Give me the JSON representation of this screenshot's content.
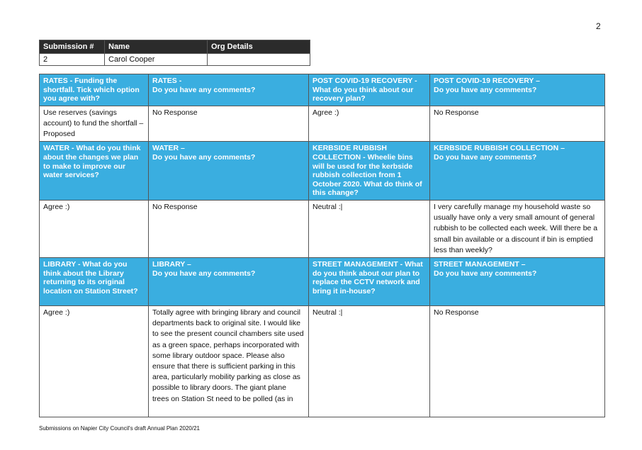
{
  "page_number": "2",
  "submission": {
    "headers": [
      "Submission #",
      "Name",
      "Org Details"
    ],
    "values": [
      "2",
      "Carol Cooper",
      ""
    ]
  },
  "sections": [
    {
      "cells": [
        {
          "title": "RATES",
          "question": " - Funding the shortfall. Tick which option you agree with?"
        },
        {
          "title": "RATES -",
          "question": "Do you have any comments?"
        },
        {
          "title": "POST COVID-19 RECOVERY",
          "question": " - What do you think about our recovery plan?"
        },
        {
          "title": "POST COVID-19 RECOVERY –",
          "question": "Do you have any comments?"
        }
      ],
      "answers": [
        "Use reserves (savings account) to fund the shortfall – Proposed",
        "No Response",
        "Agree :)",
        "No Response"
      ]
    },
    {
      "cells": [
        {
          "title": "WATER",
          "question": " - What do you think about the changes we plan to make to improve our water services?"
        },
        {
          "title": "WATER –",
          "question": "Do you have any comments?"
        },
        {
          "title": "KERBSIDE RUBBISH COLLECTION",
          "question": " - Wheelie bins will be used for the kerbside rubbish collection from 1 October 2020. What do think of this change?"
        },
        {
          "title": "KERBSIDE RUBBISH COLLECTION –",
          "question": "Do you have any comments?"
        }
      ],
      "answers": [
        "Agree :)",
        "No Response",
        "Neutral :|",
        "I very carefully manage my household waste so usually have only a very small amount of general rubbish to be collected each week. Will there be a small bin available or a discount if bin is emptied less than weekly?"
      ]
    },
    {
      "cells": [
        {
          "title": "LIBRARY",
          "question": " - What do you think about the Library returning to its original location on Station Street?"
        },
        {
          "title": "LIBRARY –",
          "question": "Do you have any comments?"
        },
        {
          "title": "STREET MANAGEMENT",
          "question": " - What do you think about our plan to replace the CCTV network and bring it in-house?"
        },
        {
          "title": "STREET MANAGEMENT –",
          "question": "Do you have any comments?"
        }
      ],
      "answers": [
        "Agree :)",
        "Totally agree with bringing library and council departments back to original site. I would like to see the present council chambers site used as a green space, perhaps incorporated with some library outdoor space. Please also ensure that there is sufficient parking in this area, particularly mobility parking as close as possible to library doors. The giant plane trees on Station St need to be polled (as in",
        "Neutral :|",
        "No Response"
      ]
    }
  ],
  "footer": "Submissions on Napier City Council's draft Annual Plan 2020/21"
}
